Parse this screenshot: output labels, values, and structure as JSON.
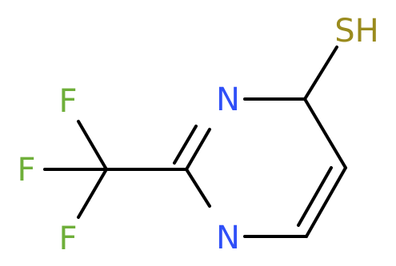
{
  "molecule": {
    "colors": {
      "bond": "#000000",
      "nitrogen": "#3050F8",
      "sulfur": "#9A8B1E",
      "fluorine": "#6FAF3A"
    },
    "atoms": {
      "n_top": "N",
      "n_bottom": "N",
      "thiol": "SH",
      "f_top": "F",
      "f_middle": "F",
      "f_bottom": "F"
    }
  }
}
